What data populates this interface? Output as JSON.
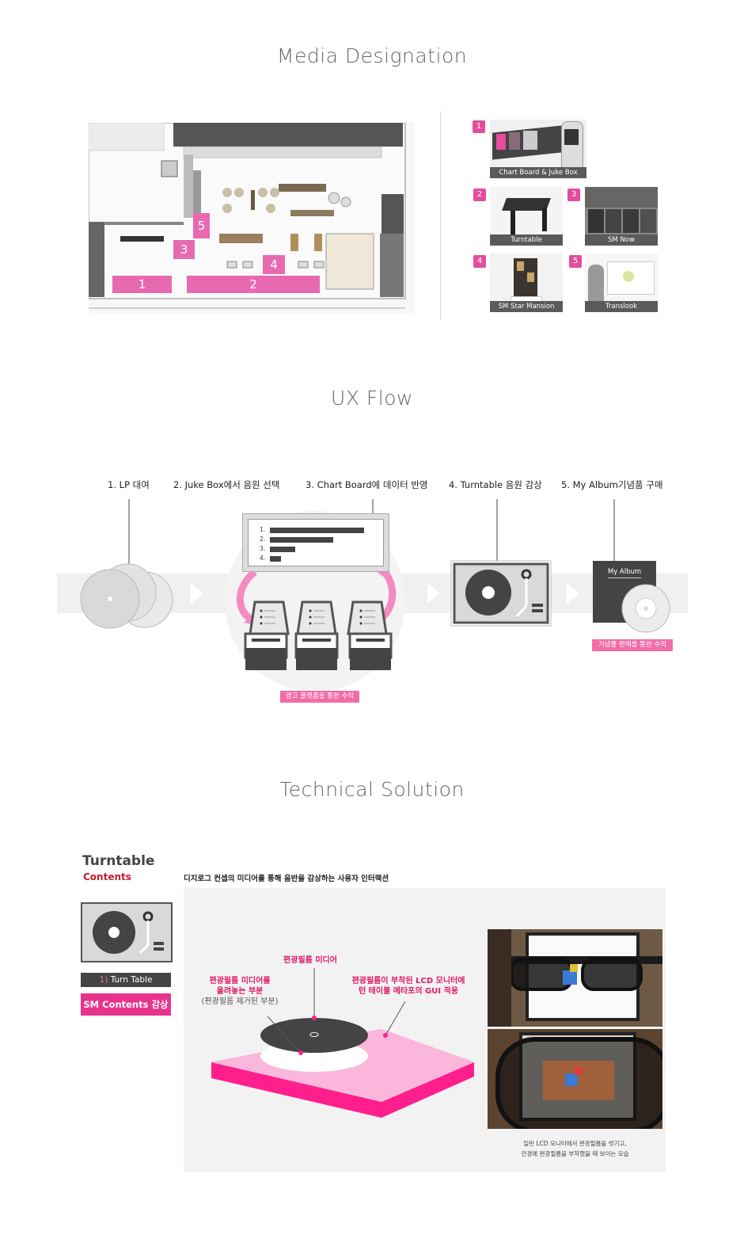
{
  "sections": {
    "media": "Media Designation",
    "ux": "UX Flow",
    "tech": "Technical Solution"
  },
  "floorplan": {
    "markers": [
      "1",
      "2",
      "3",
      "4",
      "5"
    ]
  },
  "media_items": [
    {
      "num": "1",
      "label": "Chart Board & Juke Box"
    },
    {
      "num": "2",
      "label": "Turntable"
    },
    {
      "num": "3",
      "label": "SM Now"
    },
    {
      "num": "4",
      "label": "SM Star Mansion"
    },
    {
      "num": "5",
      "label": "Translook"
    }
  ],
  "ux_steps": [
    "1. LP 대여",
    "2. Juke Box에서 음원 선택",
    "3. Chart Board에 데이터 반영",
    "4. Turntable 음원 감상",
    "5. My Album기념품 구매"
  ],
  "chart_list": [
    "1.",
    "2.",
    "3.",
    "4."
  ],
  "album_label": "My Album",
  "ux_tags": {
    "ad": "광고 플랫폼을 통한 수익",
    "souvenir": "기념품 판매를 통한 수익"
  },
  "tech": {
    "title": "Turntable",
    "subtitle": "Contents",
    "menu_turntable": "1) Turn Table",
    "menu_turntable_num": "1)",
    "menu_turntable_text": "Turn Table",
    "menu_sm": "SM Contents 감상",
    "heading": "디지로그 컨셉의 미디어를 통해 음반을 감상하는 사용자 인터랙션",
    "label_media": "편광필름 미디어",
    "label_left_1": "편광필름 미디어를",
    "label_left_2": "올려놓는 부분",
    "label_left_3": "(편광필름 제거된 부분)",
    "label_right_1": "편광필름이 부착된 LCD 모니터에",
    "label_right_2": "턴 테이블 메타포의 GUI 적용",
    "caption_1": "일반 LCD 모니터에서 편광필름을 벗기고,",
    "caption_2": "안경에 편광필름을 부착했을 때 보이는 모습"
  }
}
